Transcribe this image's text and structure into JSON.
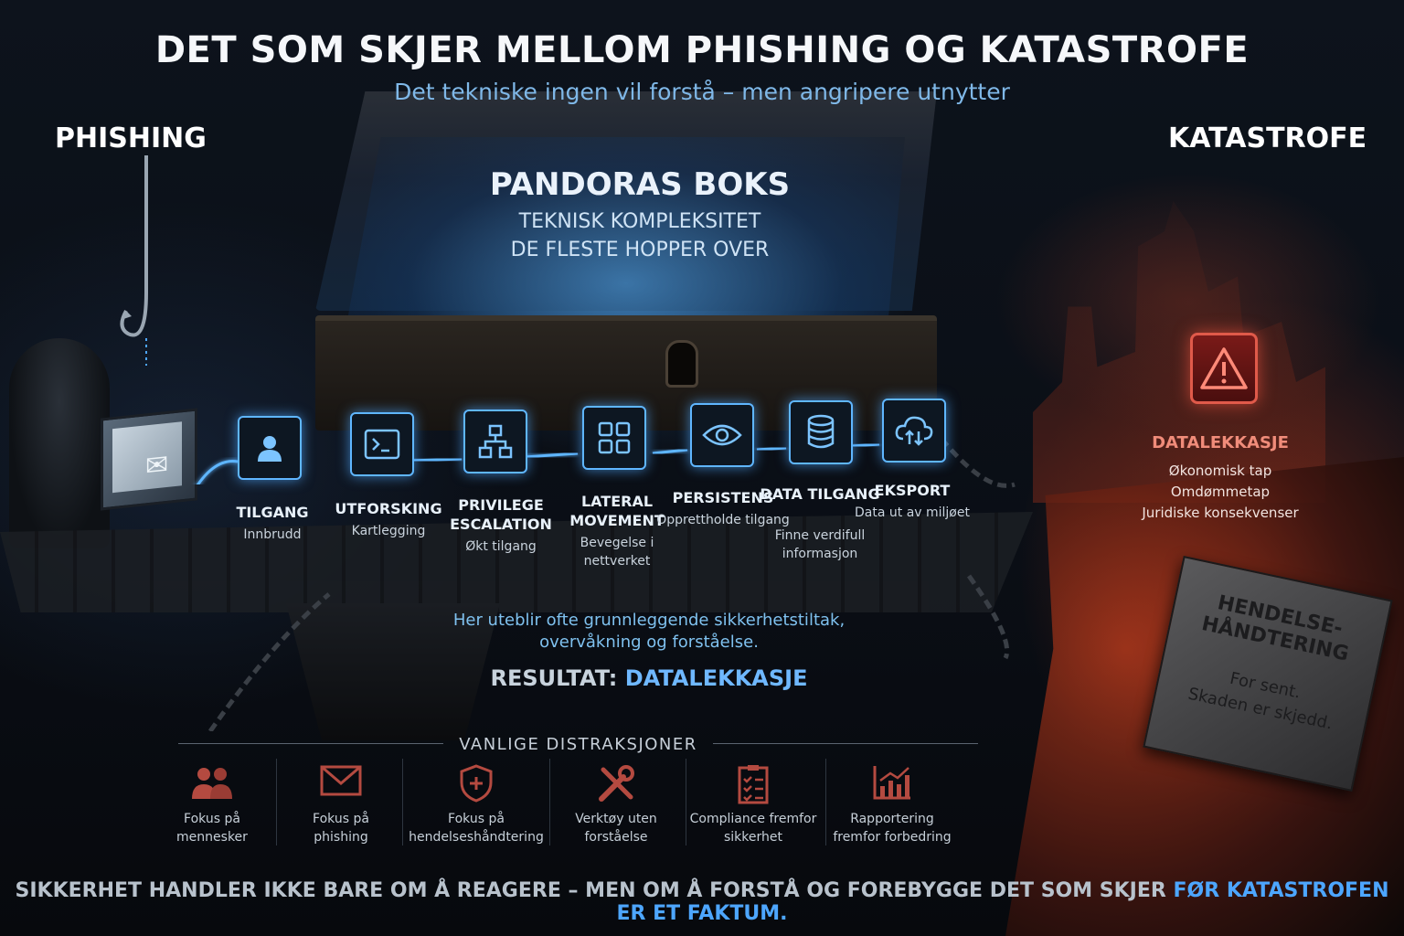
{
  "header": {
    "title": "DET SOM SKJER MELLOM PHISHING OG KATASTROFE",
    "subtitle": "Det tekniske ingen vil forstå – men angripere utnytter"
  },
  "left_label": "PHISHING",
  "right_label": "KATASTROFE",
  "box": {
    "title": "PANDORAS BOKS",
    "line1": "TEKNISK KOMPLEKSITET",
    "line2": "DE FLESTE HOPPER OVER"
  },
  "steps": [
    {
      "title": "TILGANG",
      "desc": "Innbrudd",
      "icon": "user-icon"
    },
    {
      "title": "UTFORSKING",
      "desc": "Kartlegging",
      "icon": "terminal-icon"
    },
    {
      "title": "PRIVILEGE ESCALATION",
      "desc": "Økt tilgang",
      "icon": "hierarchy-icon"
    },
    {
      "title": "LATERAL MOVEMENT",
      "desc": "Bevegelse i nettverket",
      "icon": "grid-icon"
    },
    {
      "title": "PERSISTENS",
      "desc": "Opprettholde tilgang",
      "icon": "eye-icon"
    },
    {
      "title": "DATA TILGANG",
      "desc": "Finne verdifull informasjon",
      "icon": "database-icon"
    },
    {
      "title": "EKSPORT",
      "desc": "Data ut av miljøet",
      "icon": "cloud-transfer-icon"
    }
  ],
  "datalekkasje": {
    "title": "DATALEKKASJE",
    "items": [
      "Økonomisk tap",
      "Omdømmetap",
      "Juridiske konsekvenser"
    ],
    "icon": "warning-icon"
  },
  "stone": {
    "title_line1": "HENDELSE-",
    "title_line2": "HÅNDTERING",
    "line1": "For sent.",
    "line2": "Skaden er skjedd."
  },
  "note": {
    "line1": "Her uteblir ofte grunnleggende sikkerhetstiltak,",
    "line2": "overvåkning og forståelse."
  },
  "result": {
    "label": "RESULTAT:",
    "value": "DATALEKKASJE"
  },
  "distractions": {
    "heading": "VANLIGE DISTRAKSJONER",
    "items": [
      {
        "line1": "Fokus på",
        "line2": "mennesker",
        "icon": "people-icon"
      },
      {
        "line1": "Fokus på",
        "line2": "phishing",
        "icon": "envelope-icon"
      },
      {
        "line1": "Fokus på",
        "line2": "hendelseshåndtering",
        "icon": "shield-icon"
      },
      {
        "line1": "Verktøy uten",
        "line2": "forståelse",
        "icon": "tools-icon"
      },
      {
        "line1": "Compliance fremfor",
        "line2": "sikkerhet",
        "icon": "checklist-icon"
      },
      {
        "line1": "Rapportering",
        "line2": "fremfor forbedring",
        "icon": "chart-icon"
      }
    ]
  },
  "footer": {
    "main": "SIKKERHET HANDLER IKKE BARE OM Å REAGERE – MEN OM Å FORSTÅ OG FOREBYGGE DET SOM SKJER ",
    "highlight": "FØR KATASTROFEN ER ET FAKTUM."
  },
  "colors": {
    "accent_blue": "#5fb6ff",
    "danger_red": "#e05a4a",
    "background": "#0b0f16"
  }
}
